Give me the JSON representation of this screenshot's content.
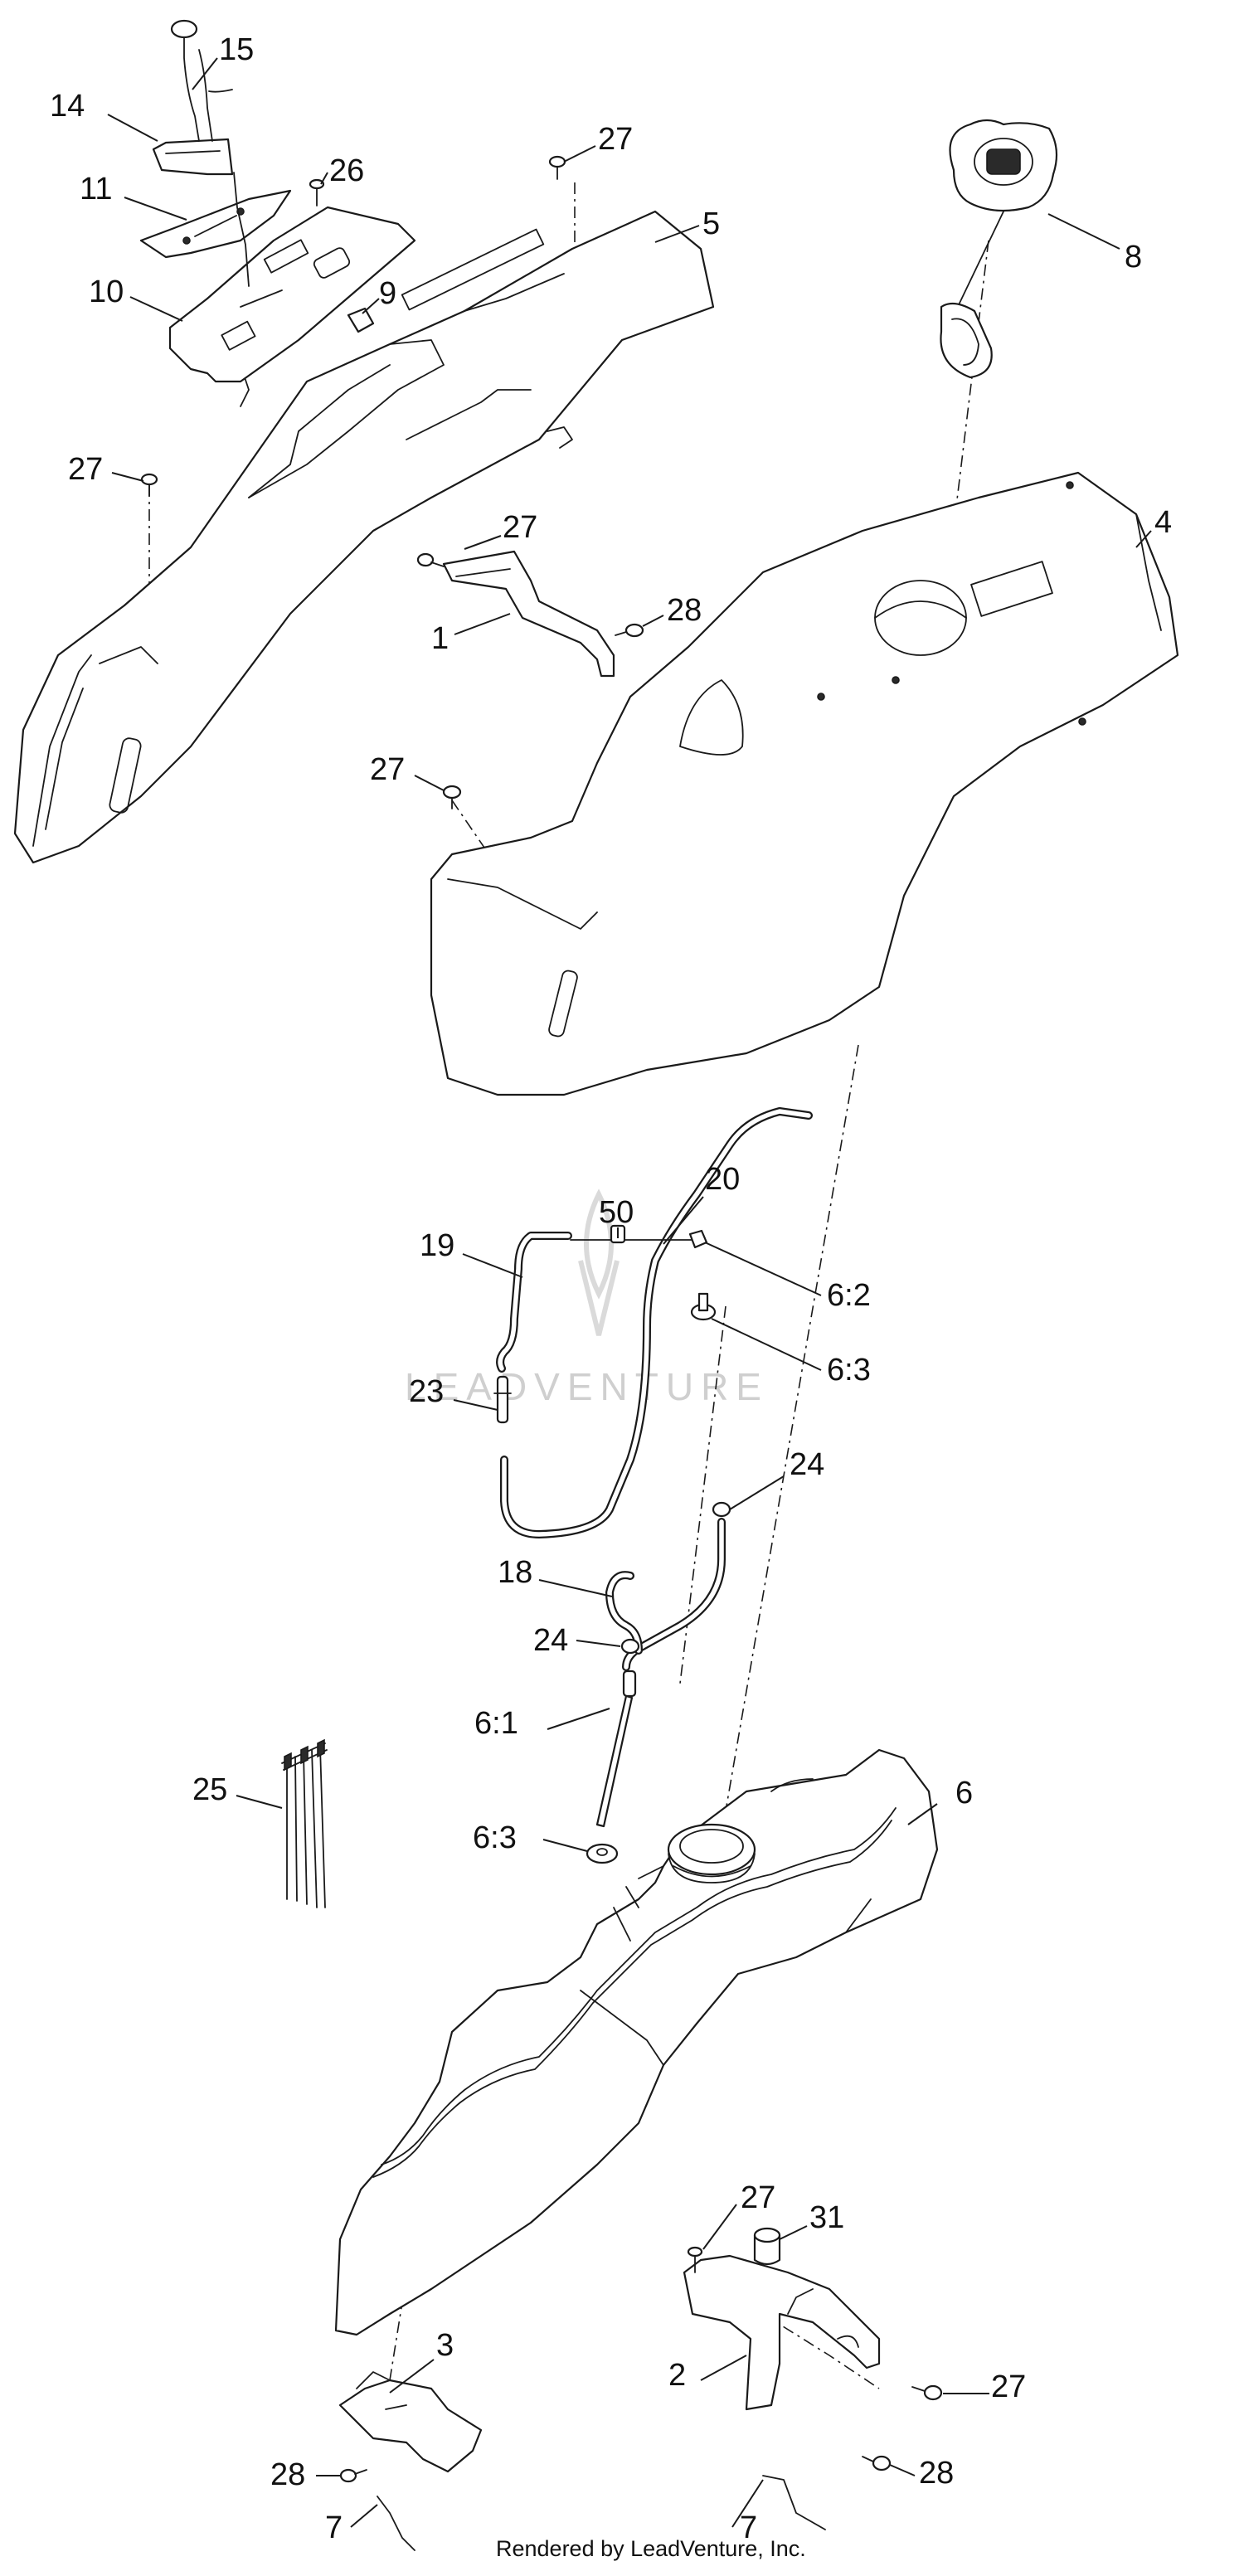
{
  "watermark": {
    "text": "LEADVENTURE"
  },
  "credit": "Rendered by LeadVenture, Inc.",
  "callouts": [
    {
      "id": "c15",
      "label": "15"
    },
    {
      "id": "c14",
      "label": "14"
    },
    {
      "id": "c11",
      "label": "11"
    },
    {
      "id": "c26",
      "label": "26"
    },
    {
      "id": "c27a",
      "label": "27"
    },
    {
      "id": "c5",
      "label": "5"
    },
    {
      "id": "c10",
      "label": "10"
    },
    {
      "id": "c9",
      "label": "9"
    },
    {
      "id": "c8",
      "label": "8"
    },
    {
      "id": "c27b",
      "label": "27"
    },
    {
      "id": "c27c",
      "label": "27"
    },
    {
      "id": "c4",
      "label": "4"
    },
    {
      "id": "c28a",
      "label": "28"
    },
    {
      "id": "c1",
      "label": "1"
    },
    {
      "id": "c27d",
      "label": "27"
    },
    {
      "id": "c20",
      "label": "20"
    },
    {
      "id": "c50",
      "label": "50"
    },
    {
      "id": "c19",
      "label": "19"
    },
    {
      "id": "c62",
      "label": "6:2"
    },
    {
      "id": "c63a",
      "label": "6:3"
    },
    {
      "id": "c23",
      "label": "23"
    },
    {
      "id": "c24a",
      "label": "24"
    },
    {
      "id": "c18",
      "label": "18"
    },
    {
      "id": "c24b",
      "label": "24"
    },
    {
      "id": "c61",
      "label": "6:1"
    },
    {
      "id": "c25",
      "label": "25"
    },
    {
      "id": "c6",
      "label": "6"
    },
    {
      "id": "c63b",
      "label": "6:3"
    },
    {
      "id": "c27e",
      "label": "27"
    },
    {
      "id": "c31",
      "label": "31"
    },
    {
      "id": "c3",
      "label": "3"
    },
    {
      "id": "c2",
      "label": "2"
    },
    {
      "id": "c27f",
      "label": "27"
    },
    {
      "id": "c28b",
      "label": "28"
    },
    {
      "id": "c28c",
      "label": "28"
    },
    {
      "id": "c7a",
      "label": "7"
    },
    {
      "id": "c7b",
      "label": "7"
    }
  ]
}
